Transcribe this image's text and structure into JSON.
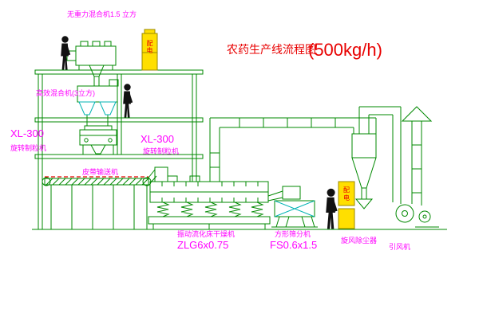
{
  "title": {
    "name": "农药生产线流程图",
    "capacity": "(500kg/h)"
  },
  "labels": {
    "mixer_top": "无重力混合机1.5 立方",
    "mixer_high": "高效混合机(3立方)",
    "granulator_left_model": "XL-300",
    "granulator_left_name": "旋转制粒机",
    "granulator_right_model": "XL-300",
    "granulator_right_name": "旋转制粒机",
    "belt_conveyor": "皮带输送机",
    "dryer_name": "振动流化床干燥机",
    "dryer_model": "ZLG6x0.75",
    "sifter_name": "方形筛分机",
    "sifter_model": "FS0.6x1.5",
    "cyclone_name": "旋风除尘器",
    "fan_name": "引风机"
  },
  "cabinets": {
    "left": [
      "配",
      "电"
    ],
    "right": [
      "配",
      "电"
    ]
  },
  "colors": {
    "line_green": "#008800",
    "detail_cyan": "#00b3b3",
    "label_magenta": "#ff00ff",
    "title_red": "#e80000",
    "cabinet_yellow": "#ffdf00",
    "figure_black": "#111111"
  }
}
